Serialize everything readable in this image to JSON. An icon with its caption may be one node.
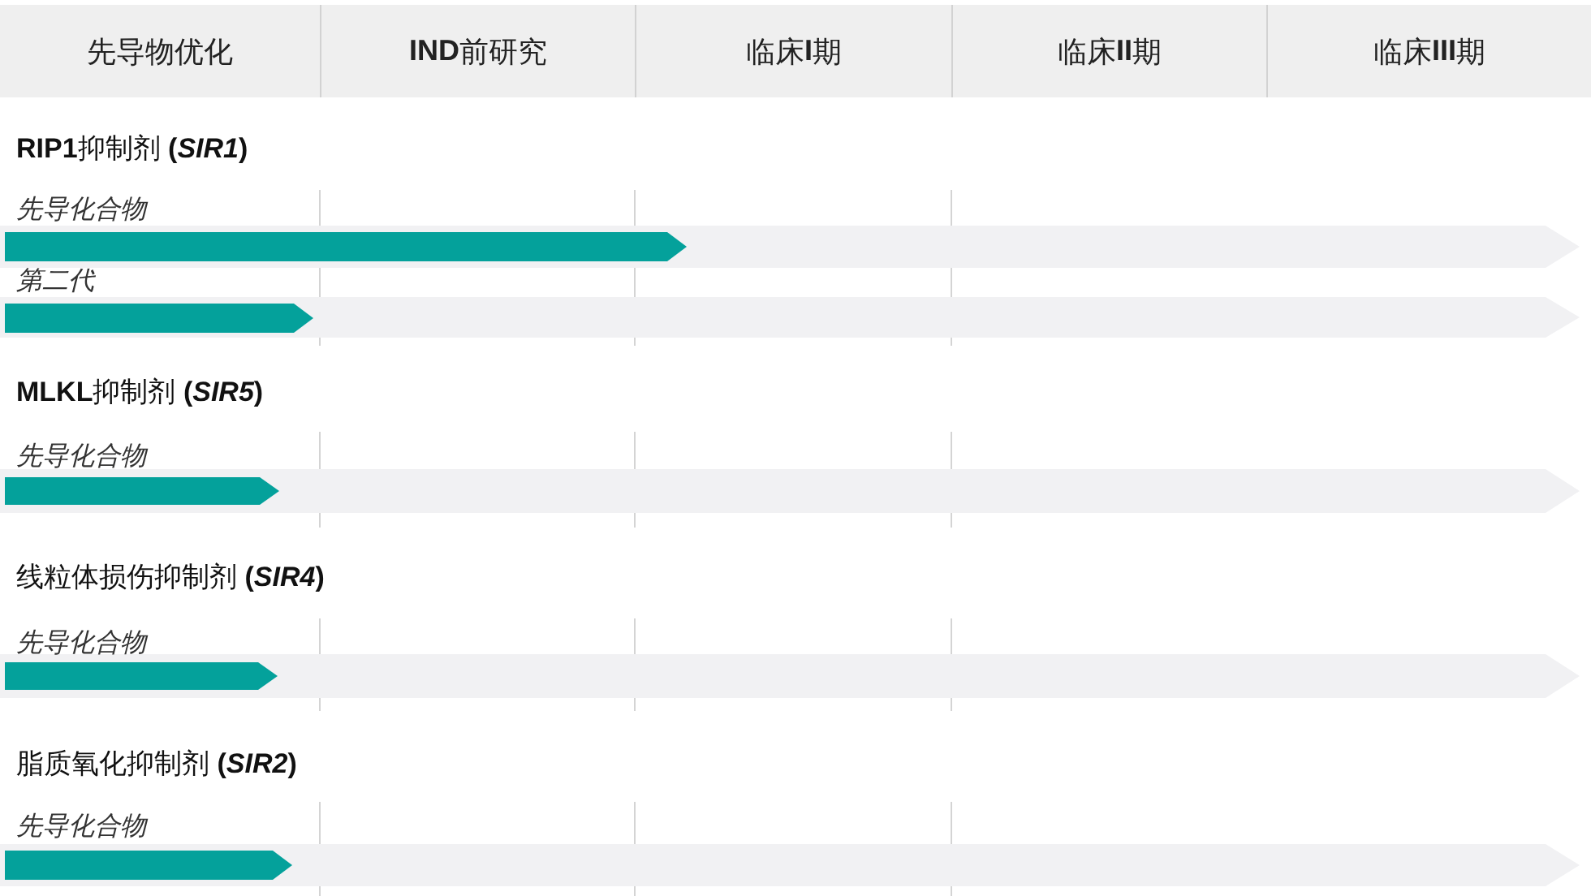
{
  "diagram": {
    "nodes": [
      {
        "text": [
          "先导物优化"
        ]
      },
      {
        "text": [
          "**IND**前研究"
        ]
      },
      {
        "text": [
          "临床**I**期"
        ]
      },
      {
        "text": [
          "临床**II**期"
        ]
      },
      {
        "text": [
          "临床**III**期"
        ]
      },
      {
        "text": [
          "先导化合物"
        ]
      },
      {
        "text": [],
        "shape": "bar",
        "in": 5
      },
      {
        "text": [
          "第二代"
        ]
      },
      {
        "text": [],
        "shape": "bar",
        "in": 7
      },
      {
        "text": [
          "先导化合物"
        ]
      },
      {
        "text": [],
        "shape": "bar",
        "in": 9
      },
      {
        "text": [
          "先导化合物"
        ]
      },
      {
        "text": [],
        "shape": "bar",
        "in": 11
      },
      {
        "text": [
          "先导化合物"
        ]
      },
      {
        "text": [],
        "shape": "bar",
        "in": 13
      }
    ],
    "labels": [
      "**RIP1**抑制剂 **(*SIR1*)**",
      "**MLKL**抑制剂 **(*SIR5*)**",
      "线粒体损伤抑制剂 **(*SIR4*)**",
      "脂质氧化抑制剂 **(*SIR2*)**"
    ]
  }
}
